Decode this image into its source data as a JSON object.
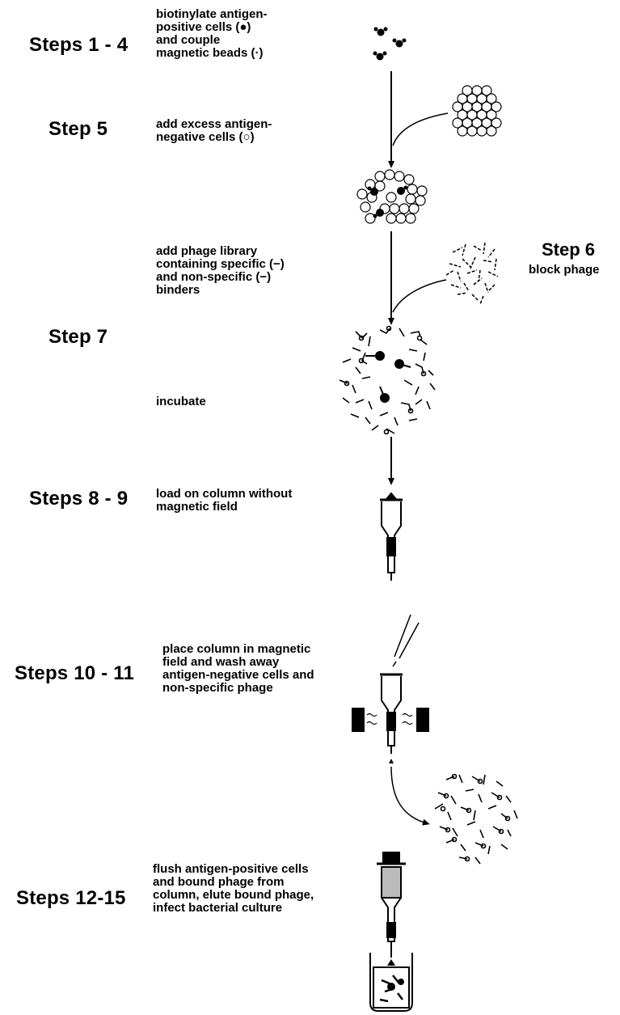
{
  "steps": {
    "s1_4": {
      "label": "Steps 1 - 4",
      "desc": "biotinylate antigen-\npositive cells (●)\nand couple\nmagnetic beads (·)"
    },
    "s5": {
      "label": "Step 5",
      "desc": "add excess antigen-\nnegative cells (○)"
    },
    "s6": {
      "label": "Step 6",
      "desc": "block phage"
    },
    "s7": {
      "label": "Step 7",
      "desc_library": "add phage library\ncontaining specific (−)\nand non-specific (−)\nbinders",
      "desc_incubate": "incubate"
    },
    "s8_9": {
      "label": "Steps 8 - 9",
      "desc": "load on column without\nmagnetic field"
    },
    "s10_11": {
      "label": "Steps 10 - 11",
      "desc": "place column in magnetic\nfield and wash away\nantigen-negative cells and\nnon-specific phage"
    },
    "s12_15": {
      "label": "Steps 12-15",
      "desc": "flush antigen-positive cells\nand bound phage from\ncolumn, elute bound phage,\ninfect bacterial culture"
    }
  },
  "colors": {
    "ink": "#000000",
    "background": "#ffffff"
  }
}
